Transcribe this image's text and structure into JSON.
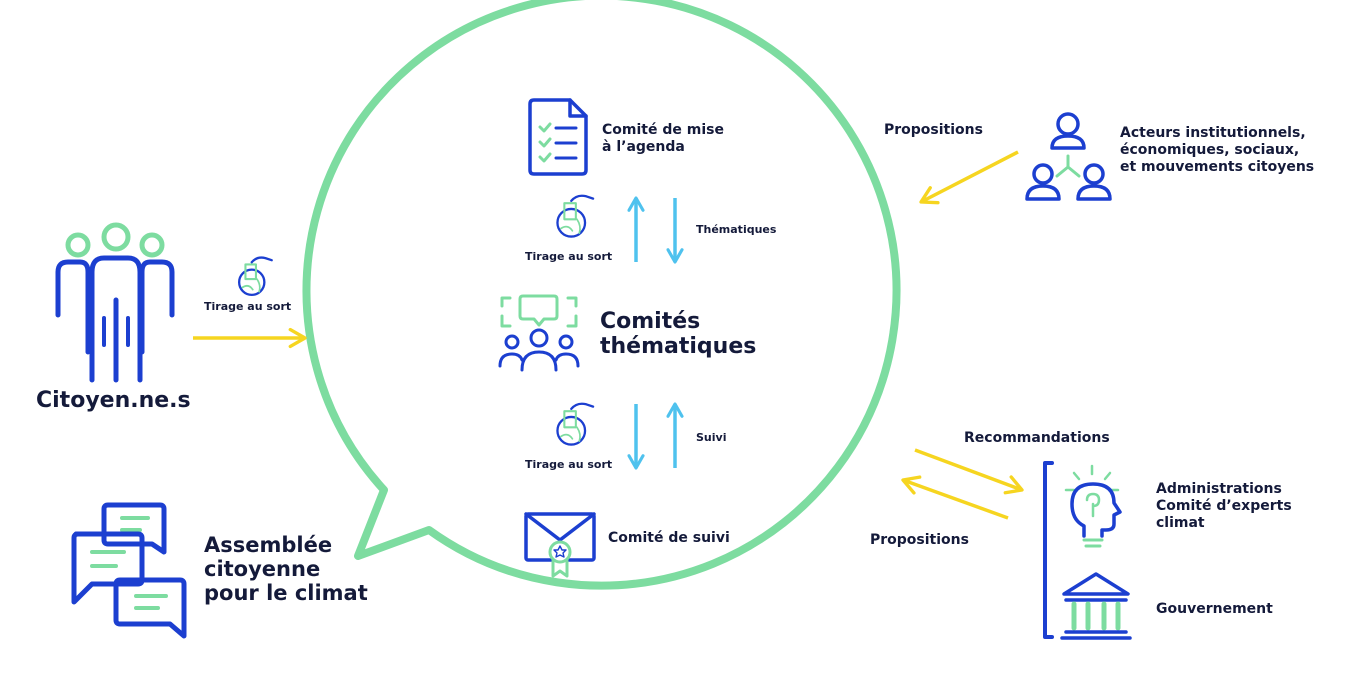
{
  "colors": {
    "navy": "#1c3fd0",
    "green": "#7ddca0",
    "yellow": "#f6d520",
    "cyan": "#4fc2ee",
    "text": "#141a3a"
  },
  "icons": [
    "people-group-icon",
    "ballot-hand-icon",
    "checklist-document-icon",
    "discussion-group-icon",
    "envelope-award-icon",
    "network-people-icon",
    "lightbulb-head-icon",
    "government-building-icon",
    "chat-bubbles-icon"
  ],
  "citizens": {
    "label": "Citoyen.ne.s",
    "draw_label": "Tirage au sort"
  },
  "assembly": {
    "line1": "Assemblée",
    "line2": "citoyenne",
    "line3": "pour le climat"
  },
  "circle": {
    "agenda": {
      "line1": "Comité de mise",
      "line2": "à l’agenda"
    },
    "draw_top": "Tirage au sort",
    "themes_label": "Thématiques",
    "committees": {
      "line1": "Comités",
      "line2": "thématiques"
    },
    "draw_bottom": "Tirage au sort",
    "followup_label": "Suivi",
    "followup_committee": "Comité de suivi"
  },
  "actors": {
    "propositions_label": "Propositions",
    "line1": "Acteurs institutionnels,",
    "line2": "économiques, sociaux,",
    "line3": "et mouvements citoyens"
  },
  "institutions": {
    "recommendations_label": "Recommandations",
    "propositions_label": "Propositions",
    "admin_line1": "Administrations",
    "admin_line2": "Comité d’experts",
    "admin_line3": "climat",
    "government": "Gouvernement"
  }
}
